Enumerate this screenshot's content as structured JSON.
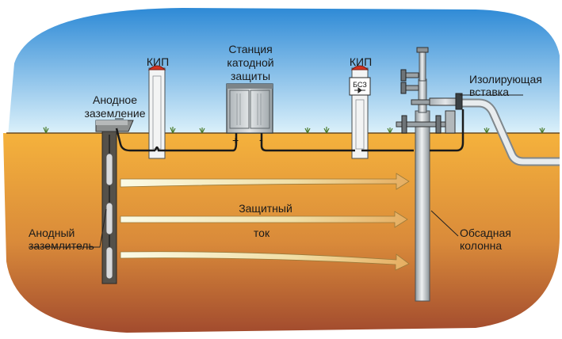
{
  "labels": {
    "kip_left": "КИП",
    "kip_right": "КИП",
    "station": [
      "Станция",
      "катодной",
      "защиты"
    ],
    "anode_grounding": [
      "Анодное",
      "заземление"
    ],
    "insulating_insert": [
      "Изолирующая",
      "вставка"
    ],
    "anode_grounder": [
      "Анодный",
      "заземлитель"
    ],
    "casing": [
      "Обсадная",
      "колонна"
    ],
    "protective_current": [
      "Защитный",
      "ток"
    ],
    "bsz": "БСЗ",
    "plus": "+",
    "minus": "-"
  },
  "colors": {
    "sky_top": "#2e8ad6",
    "sky_bottom": "#d9f0fa",
    "soil_top": "#f4b03a",
    "soil_bottom": "#a44d2e",
    "metal": "#c9ced2",
    "cable": "#1a1a1a",
    "arrow_start": "#fbfbe4",
    "arrow_end": "#e7b063"
  }
}
